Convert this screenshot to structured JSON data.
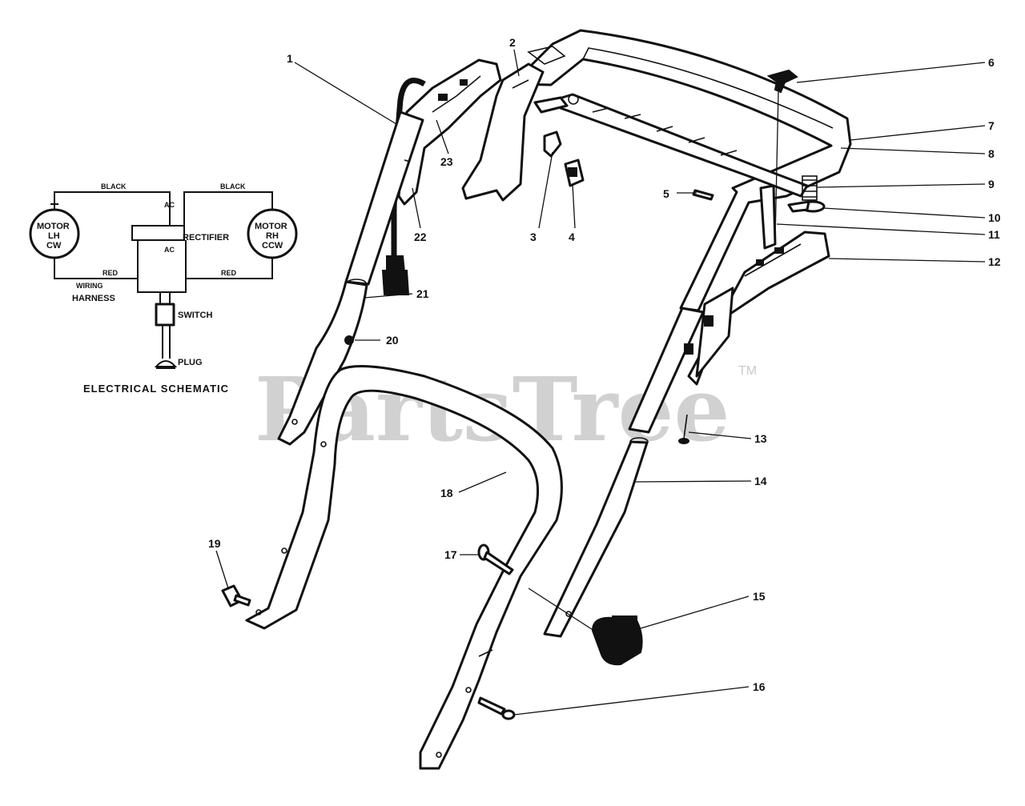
{
  "watermark": {
    "brand": "PartsTree",
    "trademark": "TM"
  },
  "schematic": {
    "title": "ELECTRICAL SCHEMATIC",
    "motor_left": {
      "line1": "MOTOR",
      "line2": "LH",
      "line3": "CW"
    },
    "motor_right": {
      "line1": "MOTOR",
      "line2": "RH",
      "line3": "CCW"
    },
    "wire_black_left": "BLACK",
    "wire_black_right": "BLACK",
    "wire_red_left": "RED",
    "wire_red_right": "RED",
    "ac_top": "AC",
    "ac_bottom": "AC",
    "rectifier": "RECTIFIER",
    "harness_line1": "WIRING",
    "harness_line2": "HARNESS",
    "switch": "SWITCH",
    "plug": "PLUG"
  },
  "callouts": {
    "c1": "1",
    "c2": "2",
    "c3": "3",
    "c4": "4",
    "c5": "5",
    "c6": "6",
    "c7": "7",
    "c8": "8",
    "c9": "9",
    "c10": "10",
    "c11": "11",
    "c12": "12",
    "c13": "13",
    "c14": "14",
    "c15": "15",
    "c16": "16",
    "c17": "17",
    "c18": "18",
    "c19": "19",
    "c20": "20",
    "c21": "21",
    "c22": "22",
    "c23": "23"
  }
}
